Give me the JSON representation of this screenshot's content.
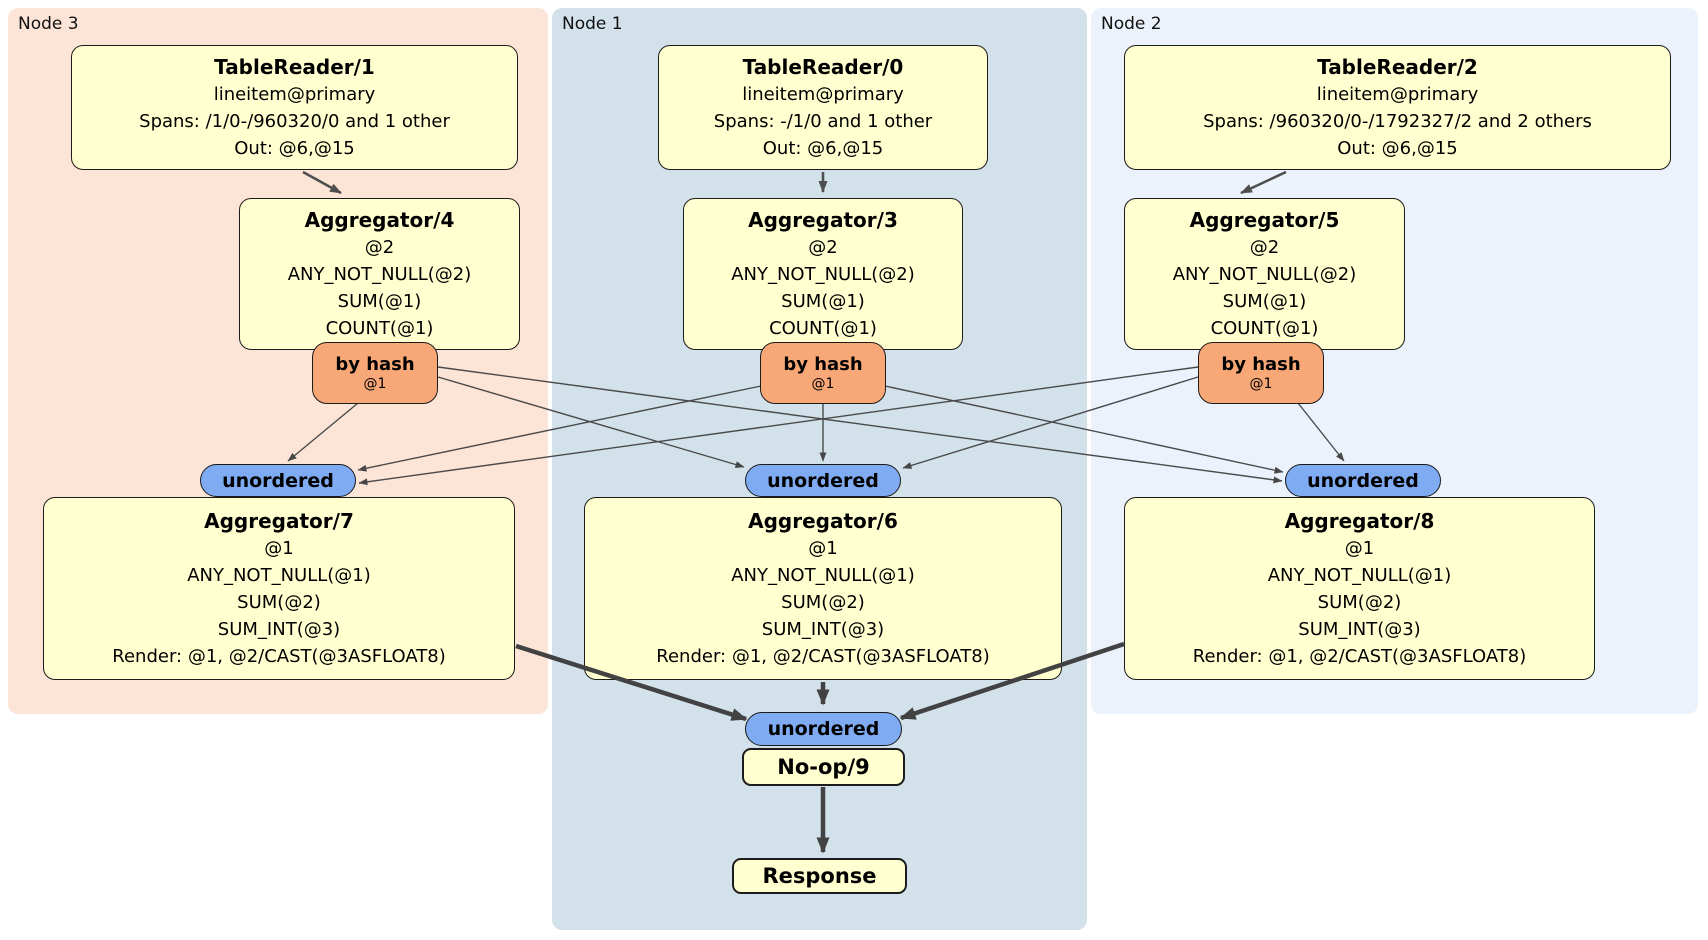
{
  "panels": {
    "node3": {
      "label": "Node 3"
    },
    "node1": {
      "label": "Node 1"
    },
    "node2": {
      "label": "Node 2"
    }
  },
  "nodes": {
    "tablereader1": {
      "title": "TableReader/1",
      "lines": [
        "lineitem@primary",
        "Spans: /1/0-/960320/0 and 1 other",
        "Out: @6,@15"
      ]
    },
    "tablereader0": {
      "title": "TableReader/0",
      "lines": [
        "lineitem@primary",
        "Spans: -/1/0 and 1 other",
        "Out: @6,@15"
      ]
    },
    "tablereader2": {
      "title": "TableReader/2",
      "lines": [
        "lineitem@primary",
        "Spans: /960320/0-/1792327/2 and 2 others",
        "Out: @6,@15"
      ]
    },
    "aggregator4": {
      "title": "Aggregator/4",
      "lines": [
        "@2",
        "ANY_NOT_NULL(@2)",
        "SUM(@1)",
        "COUNT(@1)"
      ]
    },
    "aggregator3": {
      "title": "Aggregator/3",
      "lines": [
        "@2",
        "ANY_NOT_NULL(@2)",
        "SUM(@1)",
        "COUNT(@1)"
      ]
    },
    "aggregator5": {
      "title": "Aggregator/5",
      "lines": [
        "@2",
        "ANY_NOT_NULL(@2)",
        "SUM(@1)",
        "COUNT(@1)"
      ]
    },
    "aggregator7": {
      "title": "Aggregator/7",
      "lines": [
        "@1",
        "ANY_NOT_NULL(@1)",
        "SUM(@2)",
        "SUM_INT(@3)",
        "Render: @1, @2/CAST(@3ASFLOAT8)"
      ]
    },
    "aggregator6": {
      "title": "Aggregator/6",
      "lines": [
        "@1",
        "ANY_NOT_NULL(@1)",
        "SUM(@2)",
        "SUM_INT(@3)",
        "Render: @1, @2/CAST(@3ASFLOAT8)"
      ]
    },
    "aggregator8": {
      "title": "Aggregator/8",
      "lines": [
        "@1",
        "ANY_NOT_NULL(@1)",
        "SUM(@2)",
        "SUM_INT(@3)",
        "Render: @1, @2/CAST(@3ASFLOAT8)"
      ]
    },
    "noop9": {
      "title": "No-op/9"
    },
    "response": {
      "title": "Response"
    }
  },
  "routers": {
    "by_hash": {
      "label": "by hash",
      "detail": "@1"
    },
    "unordered": {
      "label": "unordered"
    }
  },
  "edges": [
    [
      "tablereader1",
      "aggregator4"
    ],
    [
      "tablereader0",
      "aggregator3"
    ],
    [
      "tablereader2",
      "aggregator5"
    ],
    [
      "aggregator4.by_hash",
      "aggregator7.unordered"
    ],
    [
      "aggregator4.by_hash",
      "aggregator6.unordered"
    ],
    [
      "aggregator4.by_hash",
      "aggregator8.unordered"
    ],
    [
      "aggregator3.by_hash",
      "aggregator7.unordered"
    ],
    [
      "aggregator3.by_hash",
      "aggregator6.unordered"
    ],
    [
      "aggregator3.by_hash",
      "aggregator8.unordered"
    ],
    [
      "aggregator5.by_hash",
      "aggregator7.unordered"
    ],
    [
      "aggregator5.by_hash",
      "aggregator6.unordered"
    ],
    [
      "aggregator5.by_hash",
      "aggregator8.unordered"
    ],
    [
      "aggregator7",
      "noop9.unordered"
    ],
    [
      "aggregator6",
      "noop9.unordered"
    ],
    [
      "aggregator8",
      "noop9.unordered"
    ],
    [
      "noop9",
      "response"
    ]
  ],
  "colors": {
    "peach": "#fce4d7",
    "node1bg": "#d2e1ea",
    "node2bg": "#ecf2fb",
    "boxfill": "#ffffcf",
    "routerfill": "#f8a876",
    "streamfill": "#7fabf3"
  }
}
